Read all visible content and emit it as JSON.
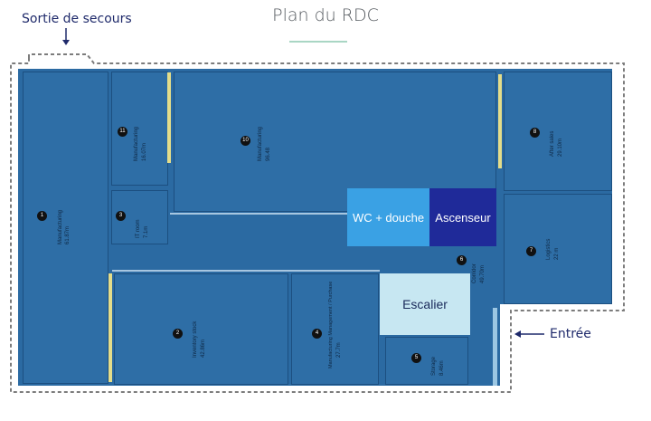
{
  "title": "Plan du RDC",
  "annotations": {
    "exit": "Sortie de secours",
    "entrance": "Entrée"
  },
  "overlays": {
    "wc": "WC + douche",
    "elevator": "Ascenseur",
    "stairs": "Escalier"
  },
  "rooms": [
    {
      "num": "1",
      "name": "Manufacturing",
      "area": "61.87m"
    },
    {
      "num": "2",
      "name": "Inventory stock",
      "area": "42.86m"
    },
    {
      "num": "3",
      "name": "IT room",
      "area": "7.1m"
    },
    {
      "num": "4",
      "name": "Manufacturing Management / Purchase",
      "area": "27.7m"
    },
    {
      "num": "5",
      "name": "Storage",
      "area": "8.46m"
    },
    {
      "num": "6",
      "name": "Corridor",
      "area": "49.70m"
    },
    {
      "num": "7",
      "name": "Logistics",
      "area": "22 m"
    },
    {
      "num": "8",
      "name": "After sales",
      "area": "29.10m"
    },
    {
      "num": "10",
      "name": "Manufacturing",
      "area": "96.48"
    },
    {
      "num": "11",
      "name": "Manufacturing",
      "area": "16.07m"
    }
  ],
  "colors": {
    "room_fill": "#2e6ea6",
    "wc_fill": "#3aa1e4",
    "elevator_fill": "#1f2a99",
    "stairs_fill": "#c7e7f2",
    "annotation_text": "#1f2a6b"
  }
}
